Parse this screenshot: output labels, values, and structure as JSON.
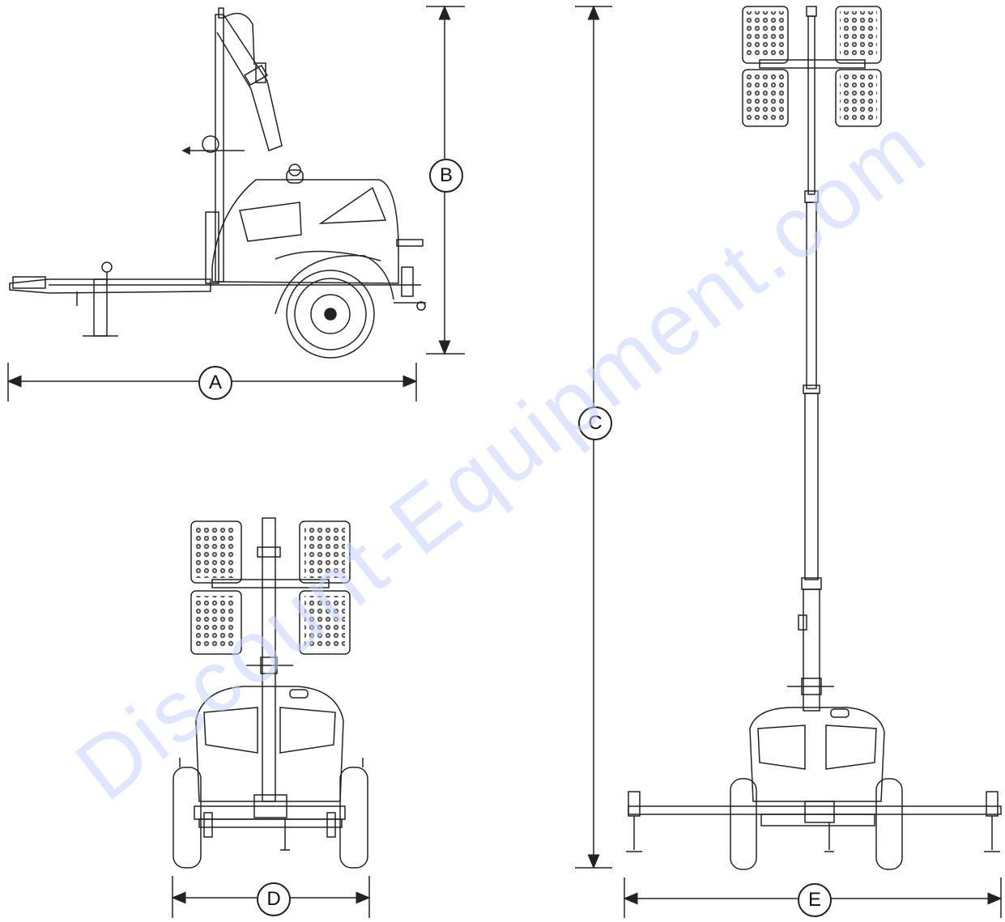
{
  "watermark": "Discount-Equipment.com",
  "dimensions": {
    "A": "A",
    "B": "B",
    "C": "C",
    "D": "D",
    "E": "E"
  },
  "colors": {
    "line": "#222222",
    "watermark": "#c9d3ff"
  }
}
